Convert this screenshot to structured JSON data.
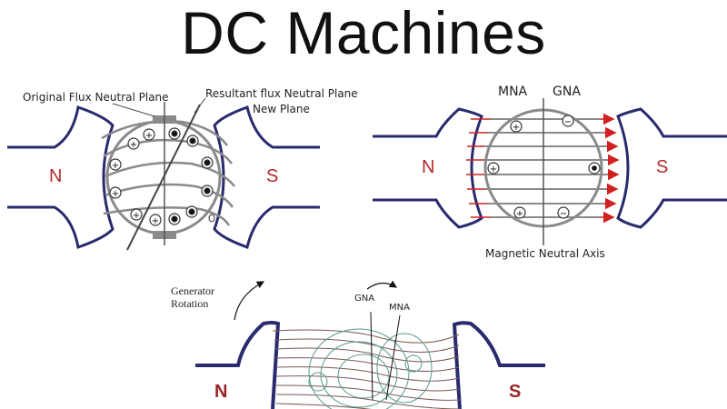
{
  "title": "DC Machines",
  "diagram1": {
    "label_original": "Original Flux Neutral Plane",
    "label_resultant": "Resultant flux  Neutral Plane",
    "label_new": "New Plane",
    "pole_north": "N",
    "pole_south": "S"
  },
  "diagram2": {
    "label_mna": "MNA",
    "label_gna": "GNA",
    "label_axis": "Magnetic Neutral Axis",
    "pole_north": "N",
    "pole_south": "S"
  },
  "diagram3": {
    "label_generator": "Generator",
    "label_rotation": "Rotation",
    "label_gna": "GNA",
    "label_mna": "MNA",
    "pole_north": "N",
    "pole_south": "S"
  },
  "colors": {
    "outline": "#2a2a6e",
    "armature": "#8a8a8a",
    "arrow": "#d02020",
    "pole_text": "#b22a2a"
  }
}
